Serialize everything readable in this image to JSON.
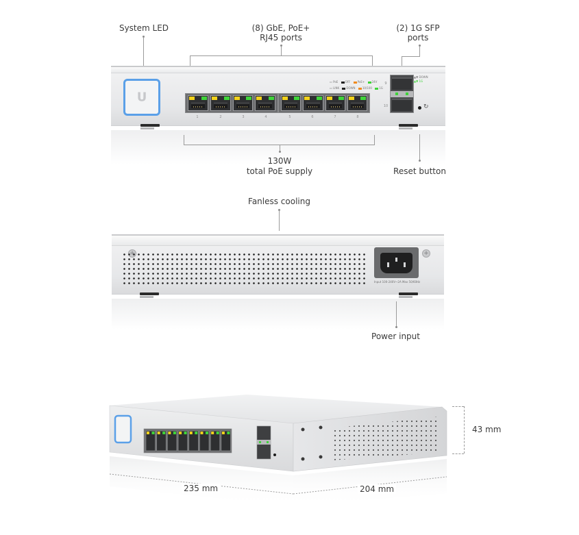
{
  "front_view": {
    "callouts": {
      "system_led": "System LED",
      "rj45_ports_line1": "(8) GbE, PoE+",
      "rj45_ports_line2": "RJ45 ports",
      "sfp_ports_line1": "(2) 1G SFP",
      "sfp_ports_line2": "ports",
      "poe_supply_line1": "130W",
      "poe_supply_line2": "total PoE supply",
      "reset_button": "Reset button"
    },
    "ports": [
      {
        "number": "1",
        "left_led": "#f2d21b",
        "right_led": "#3fd43a"
      },
      {
        "number": "2",
        "left_led": "#f2d21b",
        "right_led": "#3fd43a"
      },
      {
        "number": "3",
        "left_led": "#f2d21b",
        "right_led": "#3fd43a"
      },
      {
        "number": "4",
        "left_led": "#f2d21b",
        "right_led": "#3fd43a"
      },
      {
        "number": "5",
        "left_led": "#f2d21b",
        "right_led": "#3fd43a"
      },
      {
        "number": "6",
        "left_led": "#f2d21b",
        "right_led": "#3fd43a"
      },
      {
        "number": "7",
        "left_led": "#f2d21b",
        "right_led": "#3fd43a"
      },
      {
        "number": "8",
        "left_led": "#f2d21b",
        "right_led": "#3fd43a"
      }
    ],
    "led_legend": {
      "poe_row": {
        "label": "PoE",
        "items": [
          "OFF",
          "PoE+",
          "24V"
        ]
      },
      "link_row": {
        "label": "LINK",
        "items": [
          "DOWN",
          "10/100",
          "1G"
        ]
      }
    },
    "sfp": {
      "port_labels": [
        "9",
        "10"
      ],
      "legend_row1": "DOWN",
      "legend_row2": "1G"
    },
    "logo_glyph": "U",
    "colors": {
      "system_led": "#5ba0e8",
      "led_yellow": "#f2d21b",
      "led_green": "#3fd43a",
      "led_orange": "#f08a1c"
    }
  },
  "back_view": {
    "callouts": {
      "fanless_cooling": "Fanless cooling",
      "power_input": "Power input"
    },
    "power_rating_text": "Input 100-240V~2A Max 50/60Hz",
    "screw_glyph": "+"
  },
  "iso_view": {
    "dimensions": {
      "height": "43 mm",
      "width": "235 mm",
      "depth": "204 mm"
    }
  }
}
